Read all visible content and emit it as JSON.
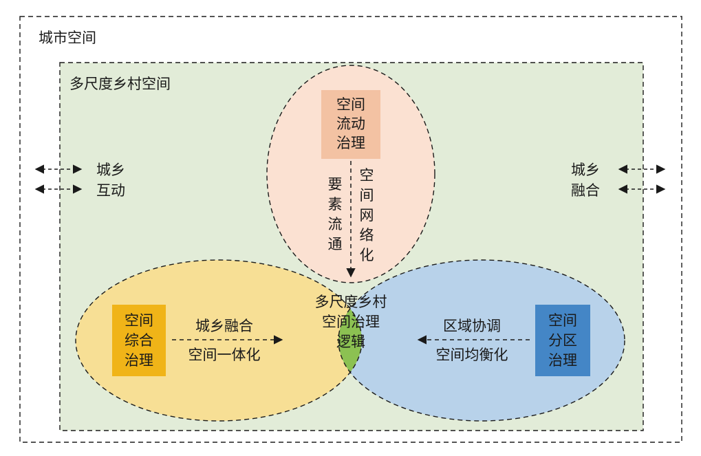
{
  "outer": {
    "label": "城市空间"
  },
  "inner": {
    "label": "多尺度乡村空间",
    "fill": "#e2ecd8"
  },
  "left_side": {
    "line1": "城乡",
    "line2": "互动"
  },
  "right_side": {
    "line1": "城乡",
    "line2": "融合"
  },
  "top_ellipse": {
    "fill": "#fbe1d2",
    "box": {
      "line1": "空间",
      "line2": "流动",
      "line3": "治理",
      "color": "#f3c2a3"
    },
    "left_col": [
      "要",
      "素",
      "流",
      "通"
    ],
    "right_col": [
      "空",
      "间",
      "网",
      "络",
      "化"
    ]
  },
  "left_ellipse": {
    "fill": "#f7df95",
    "box": {
      "line1": "空间",
      "line2": "综合",
      "line3": "治理",
      "color": "#f0b418"
    },
    "arrow_top": "城乡融合",
    "arrow_bottom": "空间一体化"
  },
  "right_ellipse": {
    "fill": "#b8d2ea",
    "box": {
      "line1": "空间",
      "line2": "分区",
      "line3": "治理",
      "color": "#4486c6"
    },
    "arrow_top": "区域协调",
    "arrow_bottom": "空间均衡化"
  },
  "center": {
    "line1": "多尺度乡村",
    "line2": "空间治理",
    "line3": "逻辑",
    "fill": "#8cc152"
  }
}
